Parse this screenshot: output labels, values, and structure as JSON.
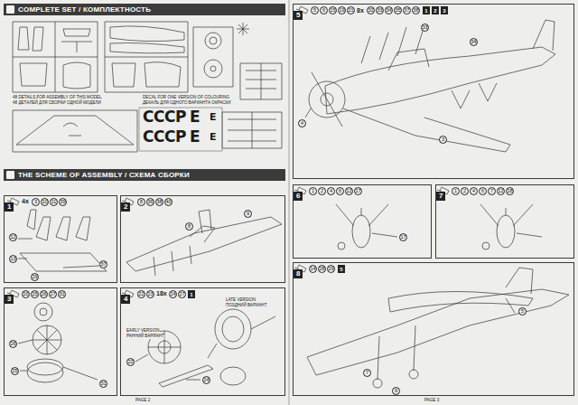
{
  "diagram": {
    "nodes": [
      {
        "text": [
          "COMPLETE SET / КОМПЛЕКТНОСТЬ"
        ]
      },
      {
        "text": [
          "THE SCHEME OF ASSEMBLY / СХЕМА СБОРКИ"
        ]
      },
      {
        "text": [
          "1"
        ]
      },
      {
        "text": [
          "2"
        ]
      },
      {
        "text": [
          "3"
        ]
      },
      {
        "text": [
          "4"
        ]
      },
      {
        "text": [
          "5"
        ]
      },
      {
        "text": [
          "6"
        ]
      },
      {
        "text": [
          "7"
        ]
      },
      {
        "text": [
          "8"
        ]
      }
    ],
    "labels": [
      "48 DETAILS FOR ASSEMBLY OF THIS MODEL",
      "48 ДЕТАЛЕЙ ДЛЯ СБОРКИ ОДНОЙ МОДЕЛИ",
      "DECAL FOR ONE VERSION OF COLOURING",
      "ДЕКАЛЬ ДЛЯ ОДНОГО ВАРИАНТА ОКРАСКИ",
      "СССР",
      "E",
      "E",
      "СССР",
      "E",
      "E",
      "4x",
      "3",
      "10",
      "11",
      "39",
      "8",
      "36",
      "38",
      "40",
      "20",
      "25",
      "26",
      "27",
      "31",
      "22",
      "23",
      "18x",
      "24",
      "27",
      "1",
      "5",
      "6",
      "15",
      "19",
      "21",
      "8x",
      "32",
      "33",
      "34",
      "35",
      "37",
      "38",
      "1",
      "2",
      "3",
      "1",
      "2",
      "4",
      "6",
      "12",
      "17",
      "1",
      "2",
      "4",
      "6",
      "7",
      "12",
      "18",
      "14",
      "28",
      "29",
      "5",
      "EARLY VERSION",
      "РАННИЙ ВАРИАНТ",
      "LATE VERSION",
      "ПОЗДНИЙ ВАРИАНТ",
      "PAGE 2",
      "PAGE 3",
      "12",
      "13",
      "37",
      "29",
      "8",
      "9",
      "26",
      "25",
      "31",
      "22",
      "24",
      "33",
      "34",
      "4",
      "3",
      "17",
      "5",
      "7",
      "9"
    ]
  }
}
